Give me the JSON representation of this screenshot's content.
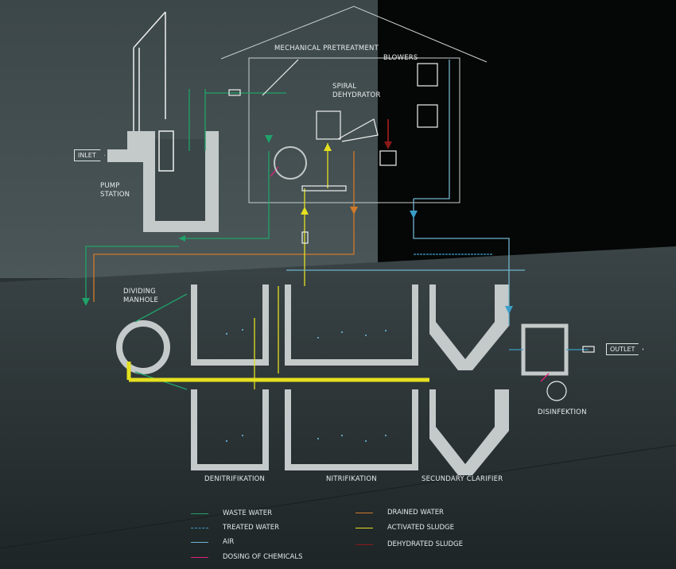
{
  "labels": {
    "mechanical_pretreatment": "MECHANICAL PRETREATMENT",
    "blowers": "BLOWERS",
    "spiral_dehydrator": "SPIRAL\nDEHYDRATOR",
    "pump_station": "PUMP\nSTATION",
    "dividing_manhole": "DIVIDING\nMANHOLE",
    "denitrification": "DENITRIFIKATION",
    "nitrification": "NITRIFIKATION",
    "secondary_clarifier": "SECUNDARY CLARIFIER",
    "disinfection": "DISINFEKTION",
    "inlet": "INLET",
    "outlet": "OUTLET"
  },
  "legend": [
    {
      "label": "WASTE WATER",
      "color": "#1fa36a"
    },
    {
      "label": "TREATED WATER",
      "color": "#3a9ec8"
    },
    {
      "label": "AIR",
      "color": "#6fb4cc"
    },
    {
      "label": "DOSING OF CHEMICALS",
      "color": "#e0207a"
    },
    {
      "label": "DRAINED WATER",
      "color": "#d07a2a"
    },
    {
      "label": "ACTIVATED SLUDGE",
      "color": "#e4e020"
    },
    {
      "label": "DEHYDRATED SLUDGE",
      "color": "#8a1a1a"
    }
  ]
}
